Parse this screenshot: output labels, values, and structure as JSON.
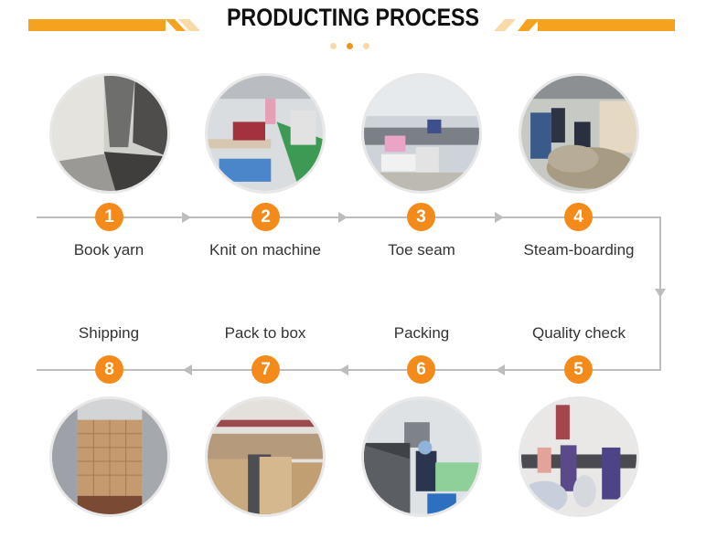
{
  "header": {
    "title": "PRODUCTING PROCESS",
    "accent_color": "#F5A21E",
    "dots": [
      "#F9D9A6",
      "#E99A1C",
      "#F9D9A6"
    ]
  },
  "steps": [
    {
      "number": "1",
      "label": "Book yarn",
      "image": "yarn-cones-photo"
    },
    {
      "number": "2",
      "label": "Knit on machine",
      "image": "knitting-floor-photo"
    },
    {
      "number": "3",
      "label": "Toe seam",
      "image": "sewing-workshop-photo"
    },
    {
      "number": "4",
      "label": "Steam-boarding",
      "image": "steam-boarding-photo"
    },
    {
      "number": "5",
      "label": "Quality check",
      "image": "quality-check-photo"
    },
    {
      "number": "6",
      "label": "Packing",
      "image": "packing-line-photo"
    },
    {
      "number": "7",
      "label": "Pack to box",
      "image": "cartons-warehouse-photo"
    },
    {
      "number": "8",
      "label": "Shipping",
      "image": "container-loading-photo"
    }
  ],
  "colors": {
    "badge": "#F38A1A",
    "connector": "#BDBDBD"
  }
}
